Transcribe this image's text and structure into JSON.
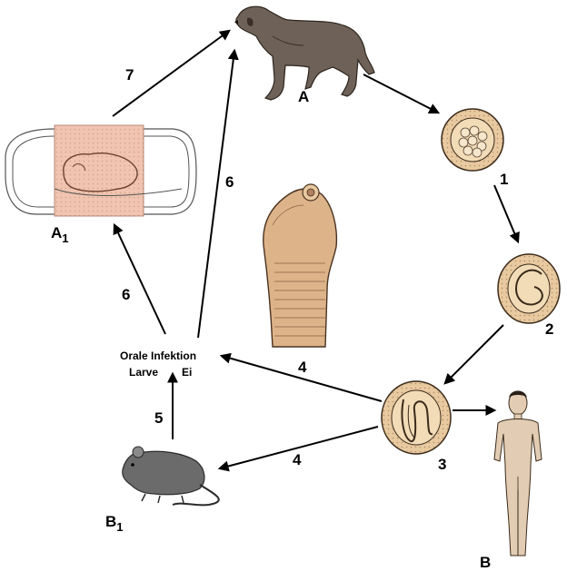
{
  "hosts": {
    "definitive": {
      "letter": "A"
    },
    "definitive_alt": {
      "letter": "A",
      "subscript": "1"
    },
    "intermediate": {
      "letter": "B"
    },
    "intermediate_alt": {
      "letter": "B",
      "subscript": "1"
    }
  },
  "stages": {
    "s1": "1",
    "s2": "2",
    "s3": "3"
  },
  "arrows": {
    "a4_mouse": "4",
    "a4_infection": "4",
    "a5": "5",
    "a6_left": "6",
    "a6_mid": "6",
    "a7": "7"
  },
  "infection": {
    "line1": "Orale Infektion",
    "line2_a": "Larve",
    "line2_b": "Ei"
  },
  "colors": {
    "egg_fill": "#e8c9a0",
    "egg_stroke": "#3a2a1a",
    "meat_fill": "#f0c4b0",
    "worm_fill": "#ddb48a",
    "dog_fill": "#6e6258",
    "mouse_fill": "#6b6b6b",
    "human_fill": "#e2cdb4"
  }
}
